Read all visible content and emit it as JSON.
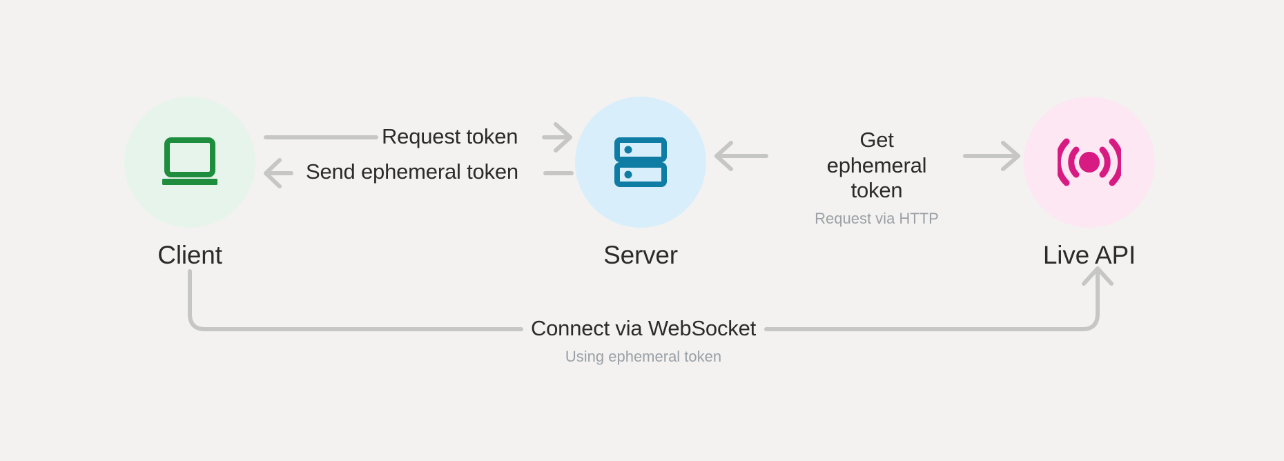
{
  "diagram": {
    "background_color": "#F3F2F0",
    "connector_color": "#C6C6C4",
    "text_color": "#2B2B2B",
    "muted_text_color": "#9AA0A6",
    "nodes": [
      {
        "id": "client",
        "label": "Client",
        "icon": "laptop-icon",
        "icon_color": "#1E8E3E",
        "circle_color": "#E7F4EB"
      },
      {
        "id": "server",
        "label": "Server",
        "icon": "server-rack-icon",
        "icon_color": "#0E7CA3",
        "circle_color": "#D9EEFB"
      },
      {
        "id": "live-api",
        "label": "Live API",
        "icon": "broadcast-signal-icon",
        "icon_color": "#D81B82",
        "circle_color": "#FCE7F3"
      }
    ],
    "edges": [
      {
        "id": "request-token",
        "label": "Request token",
        "sublabel": "",
        "from": "client",
        "to": "server",
        "direction": "right"
      },
      {
        "id": "send-ephemeral-token",
        "label": "Send ephemeral token",
        "sublabel": "",
        "from": "server",
        "to": "client",
        "direction": "left"
      },
      {
        "id": "get-ephemeral-token",
        "label_line1": "Get",
        "label_line2": "ephemeral token",
        "sublabel": "Request via HTTP",
        "from": "server",
        "to": "live-api",
        "direction": "both"
      },
      {
        "id": "connect-websocket",
        "label": "Connect via WebSocket",
        "sublabel": "Using ephemeral token",
        "from": "client",
        "to": "live-api",
        "direction": "right"
      }
    ]
  }
}
